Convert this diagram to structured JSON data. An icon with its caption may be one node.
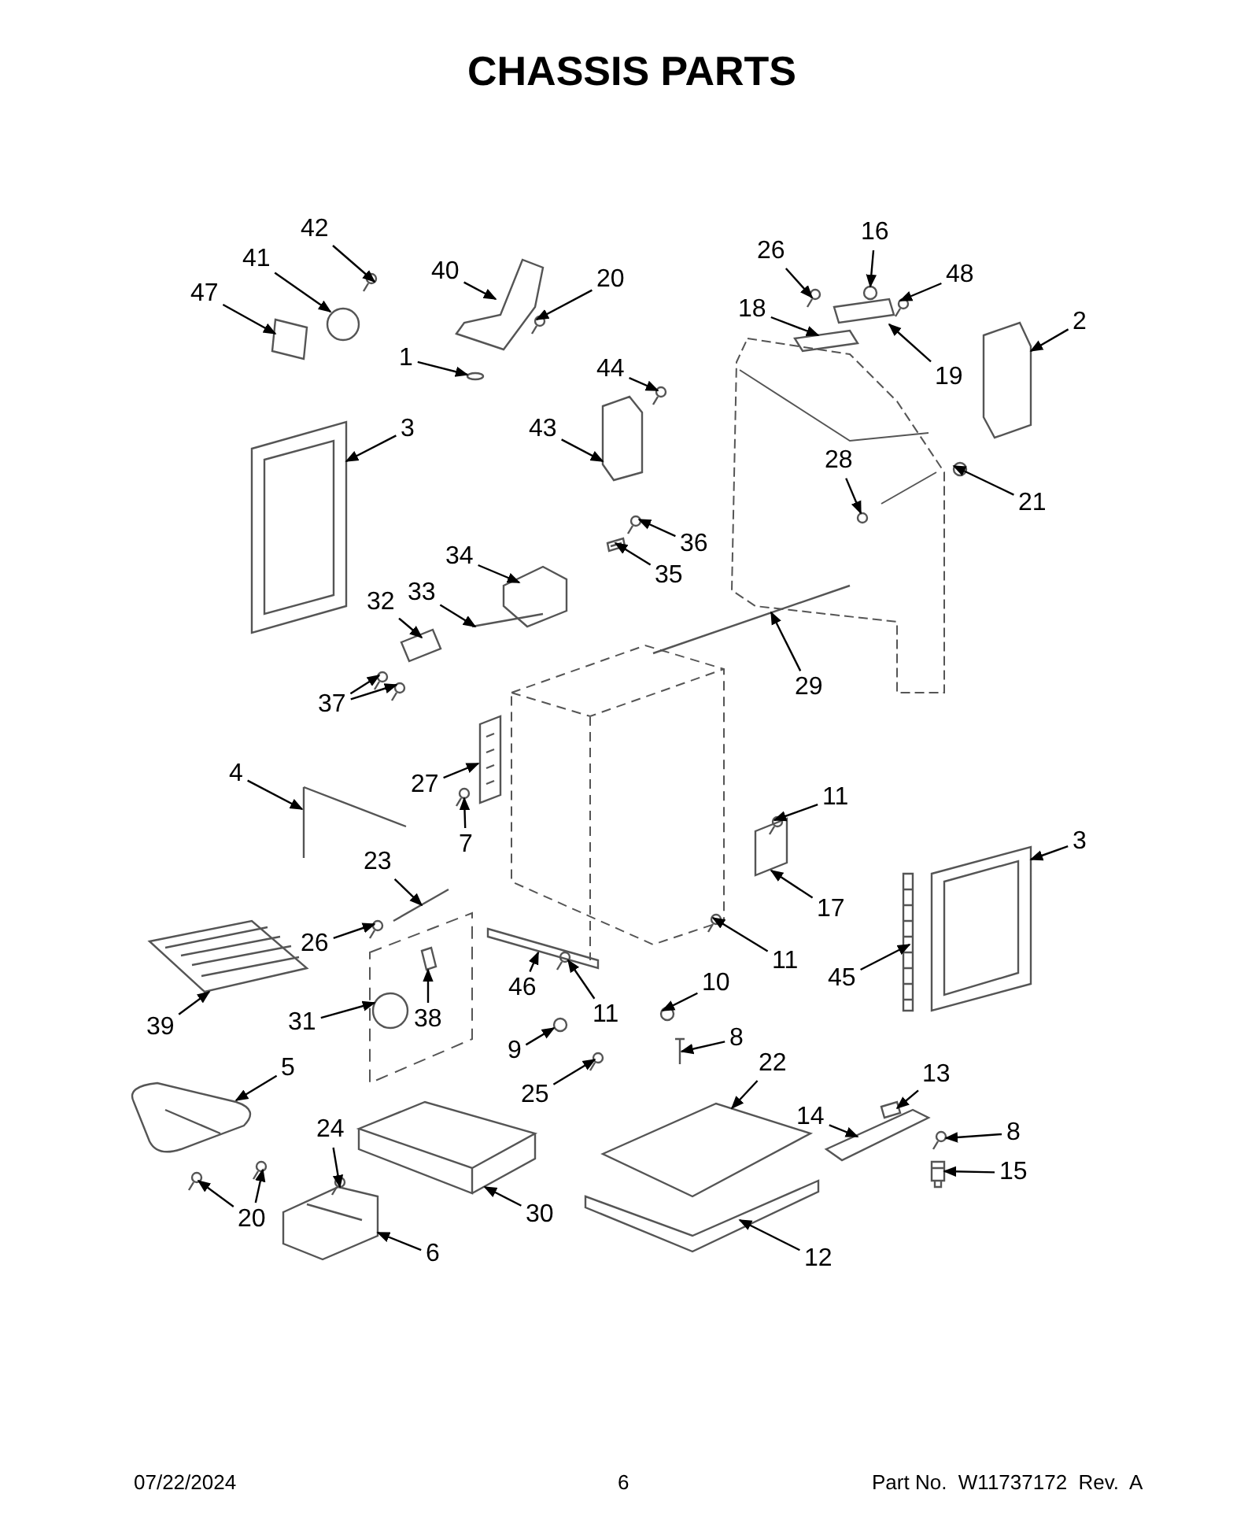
{
  "diagram": {
    "title": "CHASSIS PARTS",
    "nodes": [
      {
        "text": [
          "42"
        ]
      },
      {
        "text": [
          "26"
        ]
      },
      {
        "text": [
          "16"
        ]
      },
      {
        "text": [
          "41"
        ]
      },
      {
        "text": [
          "40"
        ]
      },
      {
        "text": [
          "48"
        ]
      },
      {
        "text": [
          "20"
        ]
      },
      {
        "text": [
          "47"
        ]
      },
      {
        "text": [
          "18"
        ]
      },
      {
        "text": [
          "2"
        ]
      },
      {
        "text": [
          "1"
        ]
      },
      {
        "text": [
          "44"
        ]
      },
      {
        "text": [
          "19"
        ]
      },
      {
        "text": [
          "3"
        ]
      },
      {
        "text": [
          "43"
        ]
      },
      {
        "text": [
          "28"
        ]
      },
      {
        "text": [
          "21"
        ]
      },
      {
        "text": [
          "36"
        ]
      },
      {
        "text": [
          "34"
        ]
      },
      {
        "text": [
          "35"
        ]
      },
      {
        "text": [
          "32"
        ]
      },
      {
        "text": [
          "33"
        ]
      },
      {
        "text": [
          "37"
        ]
      },
      {
        "text": [
          "29"
        ]
      },
      {
        "text": [
          "4"
        ]
      },
      {
        "text": [
          "27"
        ]
      },
      {
        "text": [
          "11"
        ]
      },
      {
        "text": [
          "7"
        ]
      },
      {
        "text": [
          "3"
        ]
      },
      {
        "text": [
          "23"
        ]
      },
      {
        "text": [
          "17"
        ]
      },
      {
        "text": [
          "26"
        ]
      },
      {
        "text": [
          "11"
        ]
      },
      {
        "text": [
          "46"
        ]
      },
      {
        "text": [
          "45"
        ]
      },
      {
        "text": [
          "11"
        ]
      },
      {
        "text": [
          "10"
        ]
      },
      {
        "text": [
          "31"
        ]
      },
      {
        "text": [
          "38"
        ]
      },
      {
        "text": [
          "39"
        ]
      },
      {
        "text": [
          "8"
        ]
      },
      {
        "text": [
          "9"
        ]
      },
      {
        "text": [
          "5"
        ]
      },
      {
        "text": [
          "22"
        ]
      },
      {
        "text": [
          "13"
        ]
      },
      {
        "text": [
          "25"
        ]
      },
      {
        "text": [
          "14"
        ]
      },
      {
        "text": [
          "8"
        ]
      },
      {
        "text": [
          "15"
        ]
      },
      {
        "text": [
          "24"
        ]
      },
      {
        "text": [
          "20"
        ]
      },
      {
        "text": [
          "30"
        ]
      },
      {
        "text": [
          "12"
        ]
      },
      {
        "text": [
          "6"
        ]
      },
      {
        "text": [],
        "shape": "picture"
      },
      {
        "text": [],
        "shape": "picture"
      },
      {
        "text": [],
        "shape": "picture"
      },
      {
        "text": [],
        "shape": "picture"
      },
      {
        "text": [],
        "shape": "picture"
      },
      {
        "text": [],
        "shape": "picture"
      },
      {
        "text": [],
        "shape": "picture"
      },
      {
        "text": [],
        "shape": "picture"
      },
      {
        "text": [],
        "shape": "picture"
      },
      {
        "text": [],
        "shape": "picture"
      },
      {
        "text": [],
        "shape": "picture"
      },
      {
        "text": [],
        "shape": "picture"
      },
      {
        "text": [],
        "shape": "picture"
      },
      {
        "text": [],
        "shape": "picture"
      },
      {
        "text": [],
        "shape": "picture"
      },
      {
        "text": [],
        "shape": "picture"
      },
      {
        "text": [],
        "shape": "picture"
      },
      {
        "text": [],
        "shape": "picture"
      },
      {
        "text": [],
        "shape": "picture"
      },
      {
        "text": [],
        "shape": "picture"
      },
      {
        "text": [],
        "shape": "picture"
      },
      {
        "text": [],
        "shape": "picture"
      },
      {
        "text": [],
        "shape": "picture"
      },
      {
        "text": [],
        "shape": "picture"
      },
      {
        "text": [],
        "shape": "picture"
      },
      {
        "text": [],
        "shape": "picture"
      },
      {
        "text": [],
        "shape": "picture"
      },
      {
        "text": [],
        "shape": "picture"
      },
      {
        "text": [],
        "shape": "picture"
      },
      {
        "text": [],
        "shape": "picture"
      },
      {
        "text": [],
        "shape": "picture"
      },
      {
        "text": [],
        "shape": "picture"
      },
      {
        "text": [],
        "shape": "picture"
      },
      {
        "text": [],
        "shape": "picture"
      },
      {
        "text": [],
        "shape": "picture"
      },
      {
        "text": [],
        "shape": "picture"
      },
      {
        "text": [],
        "shape": "picture"
      },
      {
        "text": [],
        "shape": "picture"
      },
      {
        "text": [],
        "shape": "picture"
      },
      {
        "text": [],
        "shape": "picture"
      },
      {
        "text": [],
        "shape": "picture"
      },
      {
        "text": [],
        "shape": "picture"
      },
      {
        "text": [],
        "shape": "picture"
      },
      {
        "text": [],
        "shape": "picture"
      },
      {
        "text": [],
        "shape": "picture"
      },
      {
        "text": [],
        "shape": "picture"
      },
      {
        "text": [],
        "shape": "picture"
      },
      {
        "text": [],
        "shape": "picture"
      },
      {
        "text": [],
        "shape": "picture"
      },
      {
        "text": [],
        "shape": "picture"
      },
      {
        "text": [],
        "shape": "picture"
      },
      {
        "text": [],
        "shape": "picture"
      },
      {
        "text": [],
        "shape": "picture"
      },
      {
        "text": [],
        "shape": "picture"
      },
      {
        "text": [],
        "shape": "picture"
      },
      {
        "text": [],
        "shape": "picture"
      }
    ],
    "edges": [
      {
        "from": 0,
        "to": 54,
        "arrow": "to"
      },
      {
        "from": 1,
        "to": 55,
        "arrow": "to"
      },
      {
        "from": 2,
        "to": 56,
        "arrow": "to"
      },
      {
        "from": 3,
        "to": 57,
        "arrow": "to"
      },
      {
        "from": 4,
        "to": 58,
        "arrow": "to"
      },
      {
        "from": 5,
        "to": 59,
        "arrow": "to"
      },
      {
        "from": 6,
        "to": 60,
        "arrow": "to"
      },
      {
        "from": 7,
        "to": 61,
        "arrow": "to"
      },
      {
        "from": 8,
        "to": 62,
        "arrow": "to"
      },
      {
        "from": 9,
        "to": 63,
        "arrow": "to"
      },
      {
        "from": 10,
        "to": 64,
        "arrow": "to"
      },
      {
        "from": 11,
        "to": 65,
        "arrow": "to"
      },
      {
        "from": 12,
        "to": 66,
        "arrow": "to"
      },
      {
        "from": 13,
        "to": 67,
        "arrow": "to"
      },
      {
        "from": 14,
        "to": 68,
        "arrow": "to"
      },
      {
        "from": 15,
        "to": 69,
        "arrow": "to"
      },
      {
        "from": 16,
        "to": 70,
        "arrow": "to"
      },
      {
        "from": 17,
        "to": 71,
        "arrow": "to"
      },
      {
        "from": 18,
        "to": 72,
        "arrow": "to"
      },
      {
        "from": 19,
        "to": 73,
        "arrow": "to"
      },
      {
        "from": 20,
        "to": 74,
        "arrow": "to"
      },
      {
        "from": 21,
        "to": 75,
        "arrow": "to"
      },
      {
        "from": 22,
        "to": 76,
        "arrow": "to"
      },
      {
        "from": 22,
        "to": 77,
        "arrow": "to"
      },
      {
        "from": 23,
        "to": 78,
        "arrow": "to"
      },
      {
        "from": 24,
        "to": 79,
        "arrow": "to"
      },
      {
        "from": 25,
        "to": 80,
        "arrow": "to"
      },
      {
        "from": 26,
        "to": 81,
        "arrow": "to"
      },
      {
        "from": 27,
        "to": 82,
        "arrow": "to"
      },
      {
        "from": 28,
        "to": 83,
        "arrow": "to"
      },
      {
        "from": 29,
        "to": 84,
        "arrow": "to"
      },
      {
        "from": 30,
        "to": 85,
        "arrow": "to"
      },
      {
        "from": 31,
        "to": 86,
        "arrow": "to"
      },
      {
        "from": 32,
        "to": 87,
        "arrow": "to"
      },
      {
        "from": 33,
        "to": 88,
        "arrow": "to"
      },
      {
        "from": 34,
        "to": 89,
        "arrow": "to"
      },
      {
        "from": 35,
        "to": 90,
        "arrow": "to"
      },
      {
        "from": 36,
        "to": 91,
        "arrow": "to"
      },
      {
        "from": 37,
        "to": 92,
        "arrow": "to"
      },
      {
        "from": 38,
        "to": 93,
        "arrow": "to"
      },
      {
        "from": 39,
        "to": 94,
        "arrow": "to"
      },
      {
        "from": 40,
        "to": 95,
        "arrow": "to"
      },
      {
        "from": 41,
        "to": 96,
        "arrow": "to"
      },
      {
        "from": 42,
        "to": 97,
        "arrow": "to"
      },
      {
        "from": 43,
        "to": 98,
        "arrow": "to"
      },
      {
        "from": 44,
        "to": 99,
        "arrow": "to"
      },
      {
        "from": 45,
        "to": 100,
        "arrow": "to"
      },
      {
        "from": 46,
        "to": 101,
        "arrow": "to"
      },
      {
        "from": 47,
        "to": 102,
        "arrow": "to"
      },
      {
        "from": 48,
        "to": 103,
        "arrow": "to"
      },
      {
        "from": 49,
        "to": 104,
        "arrow": "to"
      },
      {
        "from": 50,
        "to": 105,
        "arrow": "to"
      },
      {
        "from": 50,
        "to": 106,
        "arrow": "to"
      },
      {
        "from": 51,
        "to": 107,
        "arrow": "to"
      },
      {
        "from": 52,
        "to": 108,
        "arrow": "to"
      },
      {
        "from": 53,
        "to": 109,
        "arrow": "to"
      }
    ],
    "labels": [
      "07/22/2024",
      "6",
      "Part No.  W11737172  Rev.  A"
    ]
  }
}
